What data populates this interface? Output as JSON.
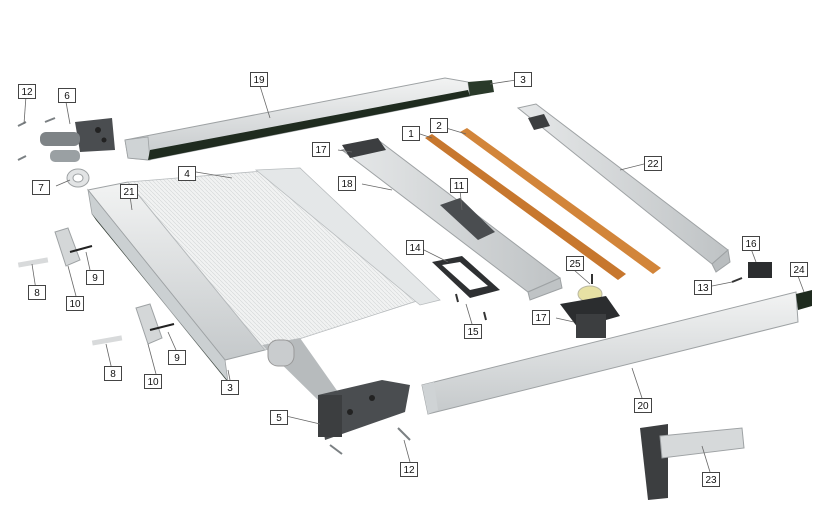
{
  "diagram": {
    "callouts": {
      "c1": "1",
      "c2": "2",
      "c3a": "3",
      "c3b": "3",
      "c4": "4",
      "c5": "5",
      "c6": "6",
      "c7": "7",
      "c8a": "8",
      "c8b": "8",
      "c9a": "9",
      "c9b": "9",
      "c10a": "10",
      "c10b": "10",
      "c11": "11",
      "c12a": "12",
      "c12b": "12",
      "c13": "13",
      "c14": "14",
      "c15": "15",
      "c16": "16",
      "c17a": "17",
      "c17b": "17",
      "c18": "18",
      "c19": "19",
      "c20": "20",
      "c21": "21",
      "c22": "22",
      "c23": "23",
      "c24": "24",
      "c25": "25"
    },
    "colors": {
      "aluminium": "#d9dcdd",
      "aluminium_dark": "#a9adb0",
      "seal": "#1f2b1f",
      "wood": "#c7772e",
      "plastic_dark": "#3c3e40",
      "mesh": "#eceeee"
    }
  }
}
